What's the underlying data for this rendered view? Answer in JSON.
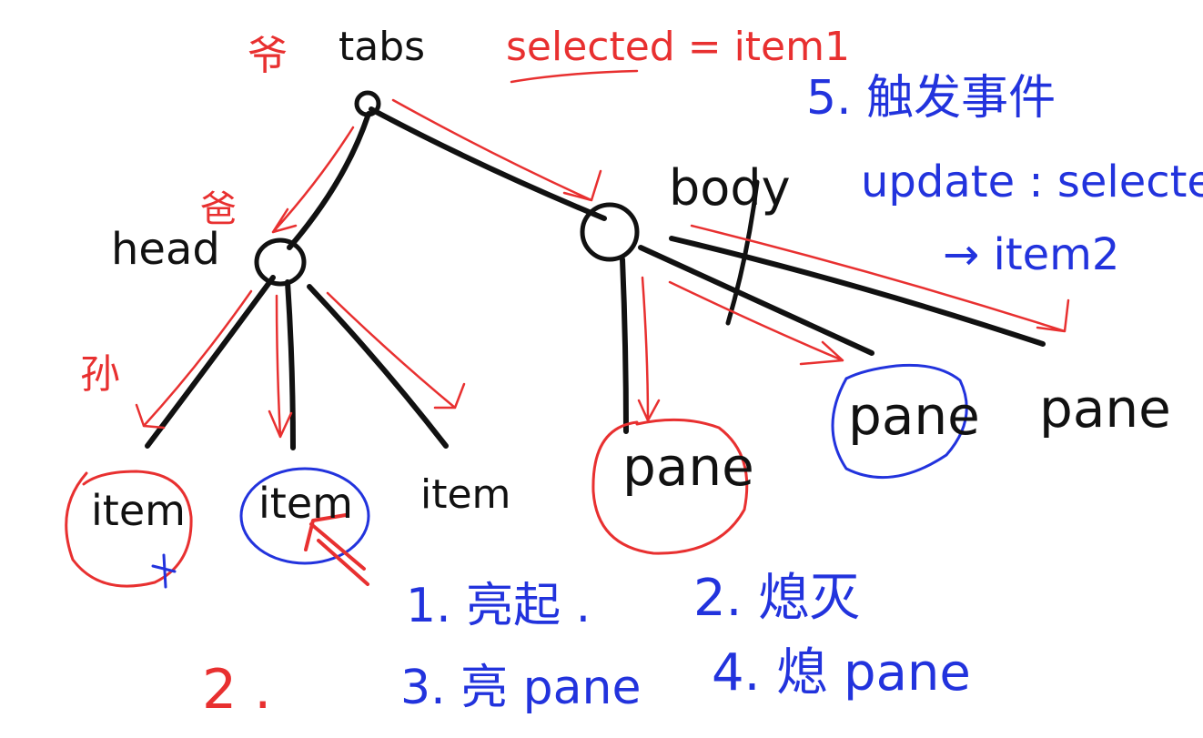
{
  "colors": {
    "ink": "#111111",
    "red": "#e83030",
    "blue": "#2233dd"
  },
  "tree": {
    "root": "tabs",
    "head": "head",
    "body": "body",
    "items": [
      "item",
      "item",
      "item"
    ],
    "panes": [
      "pane",
      "pane",
      "pane"
    ]
  },
  "annotations": {
    "parent_mark": "爷",
    "father_mark": "爸",
    "son_mark": "孙",
    "selected_state": "selected = item1",
    "step5_title": "5. 触发事件",
    "step5_update": "update : selected",
    "step5_target": "→ item2",
    "step1": "1. 亮起 .",
    "step2": "2. 熄灭",
    "step3": "3. 亮 pane",
    "step4": "4. 熄 pane",
    "note2": "2 ."
  }
}
